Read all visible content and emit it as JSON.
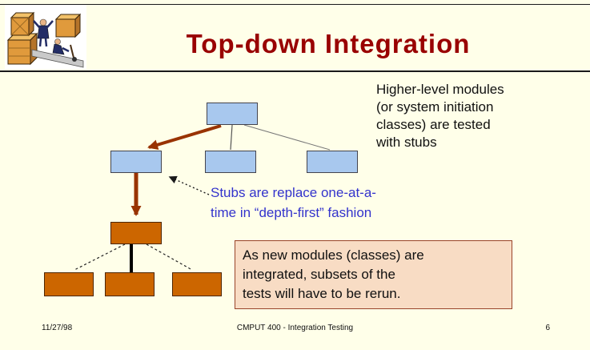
{
  "slide": {
    "title": "Top-down Integration",
    "footer": {
      "date": "11/27/98",
      "course": "CMPUT 400 - Integration Testing",
      "page_number": "6"
    }
  },
  "annotations": {
    "higher_level_lines": [
      "Higher-level modules",
      "(or system initiation",
      "classes) are tested",
      "with stubs"
    ],
    "stubs_lines": [
      "Stubs are replace one-at-a-",
      "time in “depth-first” fashion"
    ],
    "rerun_lines": [
      "As new modules (classes) are",
      "integrated, subsets of the",
      "tests will have to be rerun."
    ]
  },
  "colors": {
    "background": "#FFFFE9",
    "title_text": "#990000",
    "module_stub_fill": "#A8C8EE",
    "module_integrated_fill": "#CC6600",
    "integration_arrow": "#993300",
    "stubs_annotation_text": "#3333CC",
    "callout_fill": "#F8DCC4",
    "callout_border": "#99442A"
  }
}
